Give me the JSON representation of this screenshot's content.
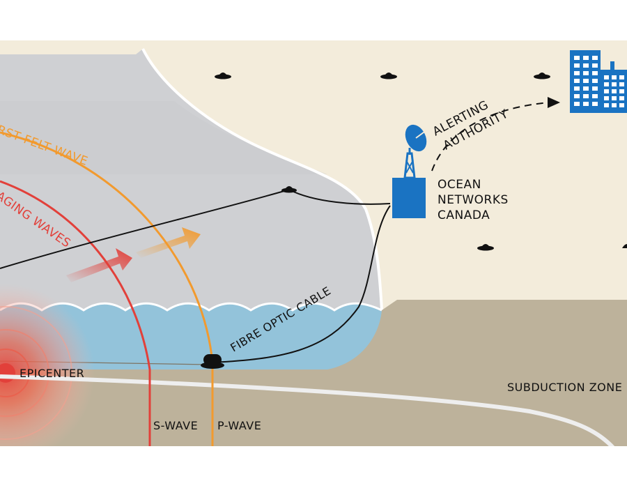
{
  "labels": {
    "first_felt_wave": "FIRST FELT WAVE",
    "damaging_waves": "DAMAGING WAVES",
    "alerting_authority_line1": "ALERTING",
    "alerting_authority_line2": "AUTHORITY",
    "onc_line1": "OCEAN",
    "onc_line2": "NETWORKS",
    "onc_line3": "CANADA",
    "fibre_optic_cable": "FIBRE OPTIC CABLE",
    "epicenter": "EPICENTER",
    "subduction_zone": "SUBDUCTION ZONE",
    "s_wave": "S-WAVE",
    "p_wave": "P-WAVE"
  },
  "colors": {
    "land": "#f3ecdb",
    "sea_floor": "#bdb29b",
    "sky_gray": "#cfd0d3",
    "water": "#93c3da",
    "s_wave": "#e2403a",
    "p_wave": "#f29a2e",
    "onc_blue": "#1a73c2",
    "building_blue": "#1a73c2",
    "subduction": "#eeeeee",
    "ink": "#111111"
  },
  "icons": {
    "station": "ocean-networks-canada-station-icon",
    "buildings": "city-buildings-icon",
    "sensor": "seismic-sensor-icon"
  }
}
